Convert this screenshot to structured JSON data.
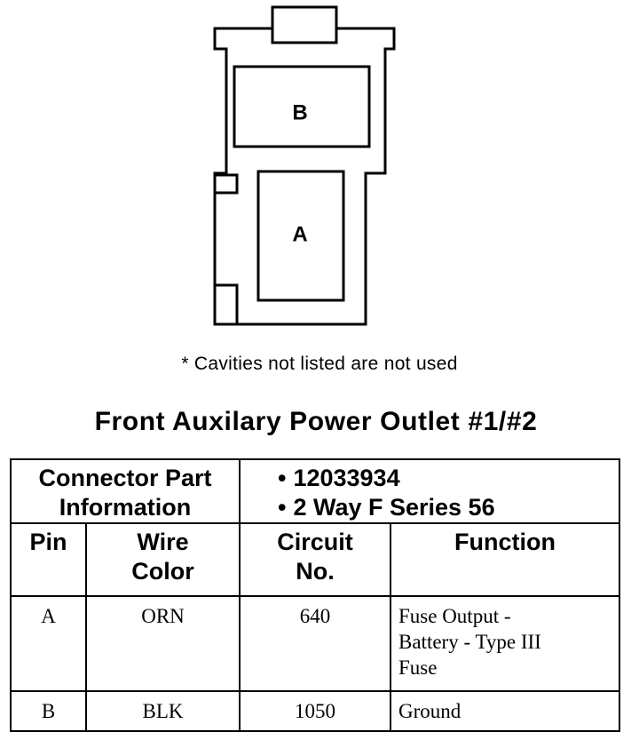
{
  "diagram": {
    "cavity_labels": [
      "B",
      "A"
    ],
    "note": "* Cavities not listed are not used"
  },
  "title": "Front Auxilary Power Outlet #1/#2",
  "connector_info": {
    "label_line1": "Connector Part",
    "label_line2": "Information",
    "part_number": "12033934",
    "description": "2 Way F Series 56",
    "bullet": "•"
  },
  "table": {
    "headers": {
      "pin": "Pin",
      "wire_color_1": "Wire",
      "wire_color_2": "Color",
      "circuit_1": "Circuit",
      "circuit_2": "No.",
      "function": "Function"
    },
    "rows": [
      {
        "pin": "A",
        "wire_color": "ORN",
        "circuit": "640",
        "function_lines": [
          "Fuse Output -",
          "Battery - Type III",
          "Fuse"
        ]
      },
      {
        "pin": "B",
        "wire_color": "BLK",
        "circuit": "1050",
        "function_lines": [
          "Ground"
        ]
      }
    ]
  }
}
